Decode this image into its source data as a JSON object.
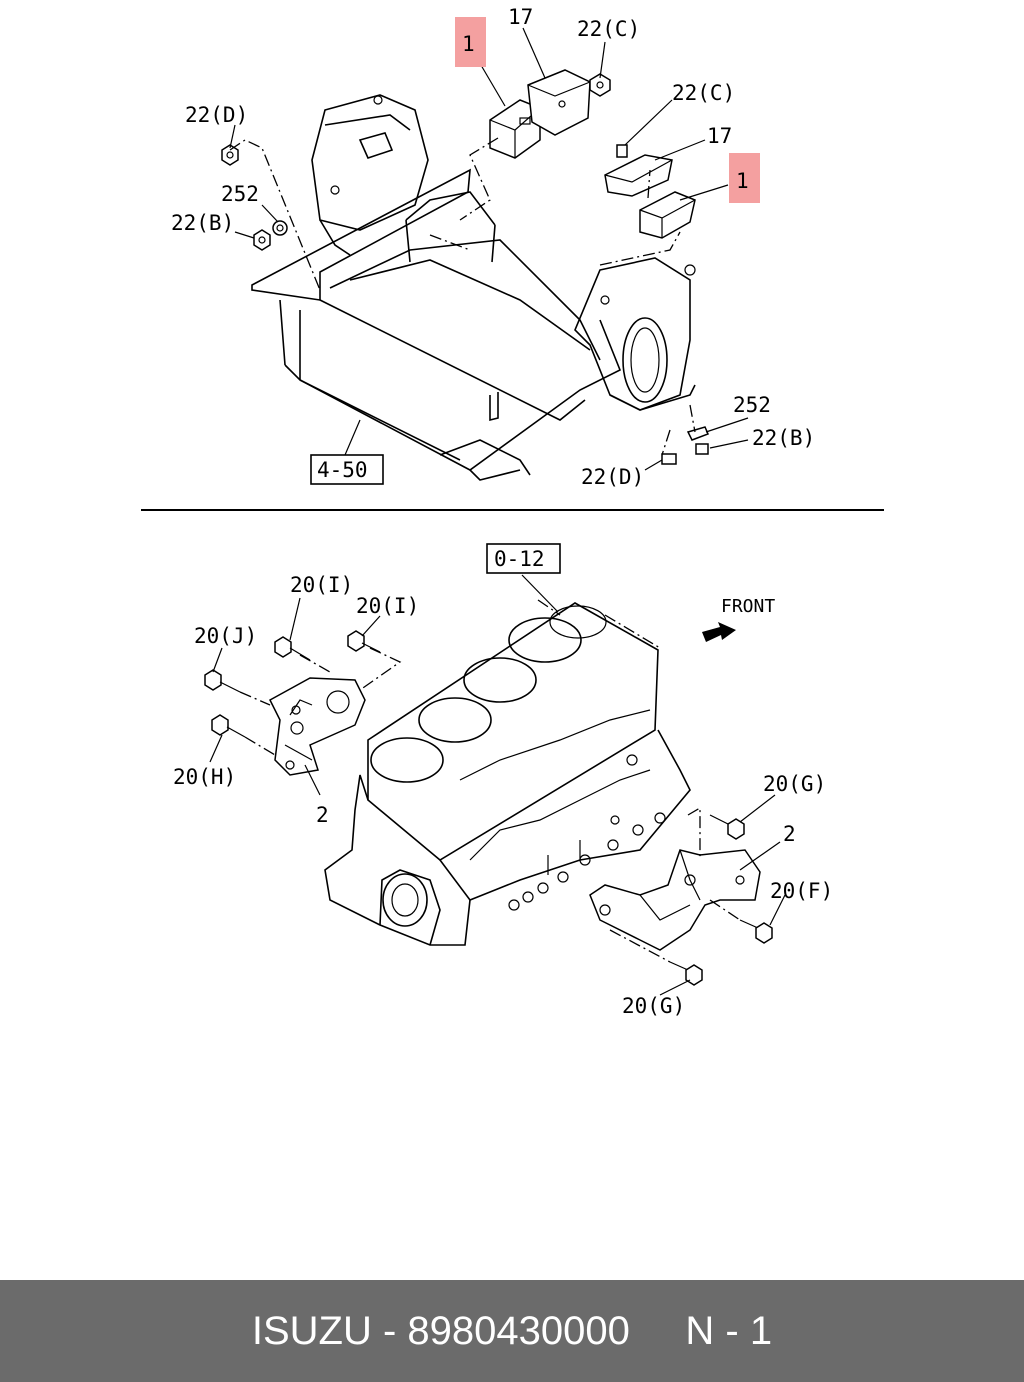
{
  "callouts": {
    "top": {
      "l17a": "17",
      "l22c_a": "22(C)",
      "l1a": "1",
      "l22c_b": "22(C)",
      "l17b": "17",
      "l1b": "1",
      "l22d_a": "22(D)",
      "l252a": "252",
      "l22b_a": "22(B)",
      "l252b": "252",
      "l22b_b": "22(B)",
      "l22d_b": "22(D)",
      "ref450": "4-50"
    },
    "bottom": {
      "ref012": "0-12",
      "front": "FRONT",
      "l20i_a": "20(I)",
      "l20i_b": "20(I)",
      "l20j": "20(J)",
      "l20h": "20(H)",
      "l2a": "2",
      "l20g_a": "20(G)",
      "l2b": "2",
      "l20f": "20(F)",
      "l20g_b": "20(G)"
    }
  },
  "highlight_color": "#f4a0a0",
  "footer": {
    "text": "ISUZU - 8980430000     N - 1"
  }
}
